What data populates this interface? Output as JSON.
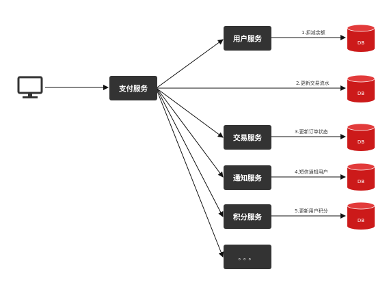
{
  "colors": {
    "node": "#333333",
    "db": "#cc1a1a",
    "db_top": "#e23b3b",
    "edge": "#111111"
  },
  "icons": {
    "client": "monitor-icon",
    "database": "database-cylinder-icon"
  },
  "nodes": {
    "payment": "支付服务",
    "user": "用户服务",
    "trade": "交易服务",
    "notify": "通知服务",
    "points": "积分服务",
    "more": "。。。"
  },
  "edges": {
    "user_db": "1.扣减余额",
    "flow_db": "2.更新交易流水",
    "trade_db": "3.更新订单状态",
    "notify_db": "4.短信通知用户",
    "points_db": "5.更新用户积分"
  },
  "db_label": "DB"
}
